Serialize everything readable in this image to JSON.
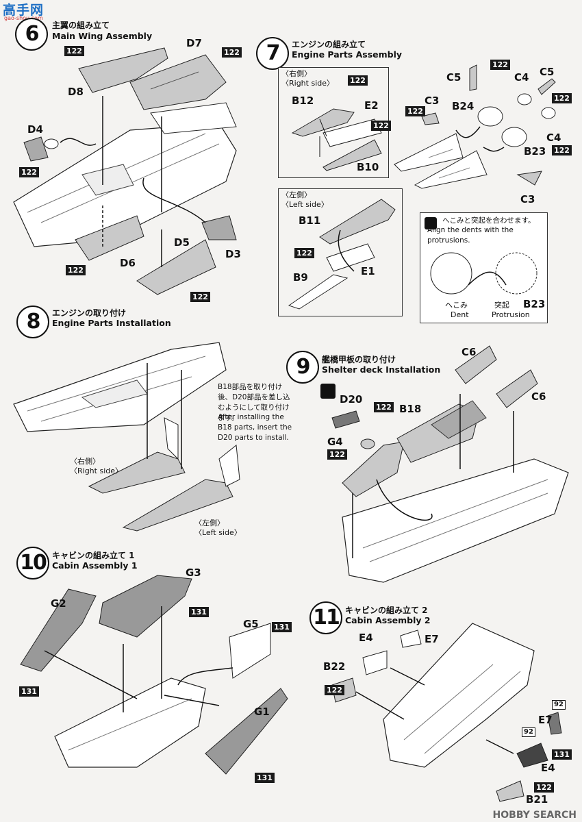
{
  "watermark": {
    "site_top": "高手网",
    "site_url": "gao-shou.com",
    "brand": "HOBBY SEARCH"
  },
  "steps": [
    {
      "num": "6",
      "jp": "主翼の組み立て",
      "en": "Main Wing Assembly"
    },
    {
      "num": "7",
      "jp": "エンジンの組み立て",
      "en": "Engine Parts Assembly"
    },
    {
      "num": "8",
      "jp": "エンジンの取り付け",
      "en": "Engine Parts Installation"
    },
    {
      "num": "9",
      "jp": "艦橋甲板の取り付け",
      "en": "Shelter deck Installation"
    },
    {
      "num": "10",
      "jp": "キャビンの組み立て 1",
      "en": "Cabin Assembly 1"
    },
    {
      "num": "11",
      "jp": "キャビンの組み立て 2",
      "en": "Cabin Assembly 2"
    }
  ],
  "colors": {
    "c122": "122",
    "c131": "131",
    "c92": "92"
  },
  "step6": {
    "parts": [
      "D8",
      "D7",
      "D4",
      "D5",
      "D6",
      "D3"
    ]
  },
  "step7": {
    "parts": [
      "B12",
      "E2",
      "B10",
      "C3",
      "B24",
      "C5",
      "C4",
      "C5",
      "C4",
      "B23",
      "C3",
      "B11",
      "E1",
      "B9"
    ],
    "right_side_jp": "〈右側〉",
    "right_side_en": "〈Right side〉",
    "left_side_jp": "〈左側〉",
    "left_side_en": "〈Left side〉",
    "tip_jp": "へこみと突起を合わせます。",
    "tip_en": "Align the dents with the protrusions.",
    "dent_jp": "へこみ",
    "dent_en": "Dent",
    "prot_jp": "突起",
    "prot_en": "Protrusion",
    "tip_part": "B23"
  },
  "step8": {
    "note_jp": "B18部品を取り付け後、D20部品を差し込むようにして取り付けます。",
    "note_en": "After installing the B18 parts, insert the D20 parts to install.",
    "right_side_jp": "〈右側〉",
    "right_side_en": "〈Right side〉",
    "left_side_jp": "〈左側〉",
    "left_side_en": "〈Left side〉"
  },
  "step9": {
    "parts": [
      "D20",
      "B18",
      "G4",
      "C6",
      "C6"
    ]
  },
  "step10": {
    "parts": [
      "G3",
      "G2",
      "G5",
      "G1"
    ]
  },
  "step11": {
    "parts": [
      "E4",
      "E7",
      "B22",
      "E7",
      "E4",
      "B21"
    ]
  }
}
